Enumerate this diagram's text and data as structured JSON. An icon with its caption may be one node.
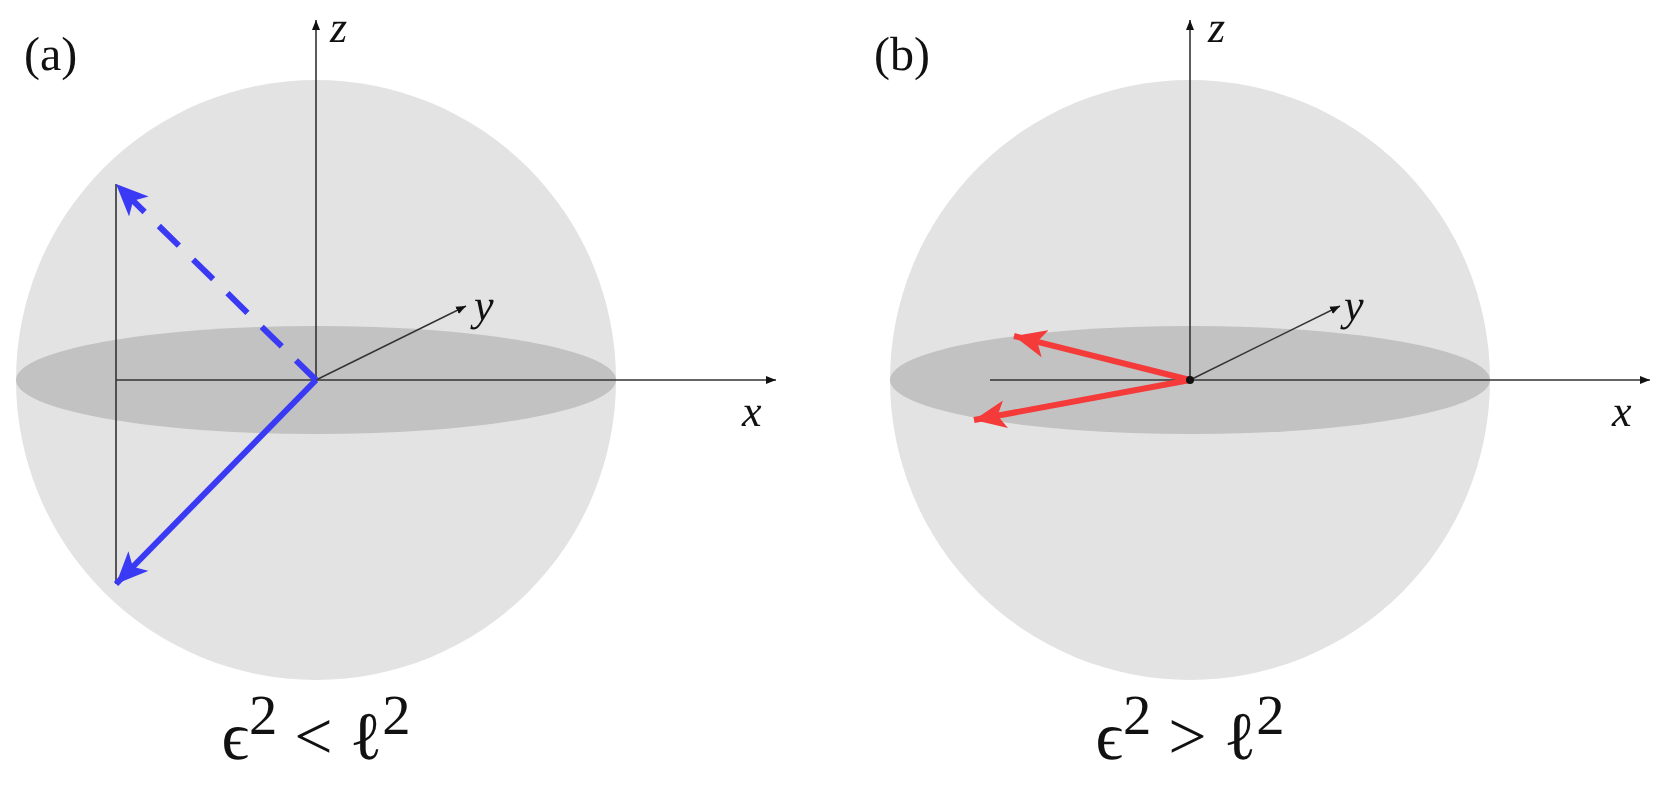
{
  "diagram": {
    "labels": [
      "(a)",
      "z",
      "y",
      "x",
      "ϵ$^{2}$ < ℓ$^{2}$",
      "(b)",
      "z",
      "y",
      "x",
      "ϵ$^{2}$ > ℓ$^{2}$"
    ]
  }
}
